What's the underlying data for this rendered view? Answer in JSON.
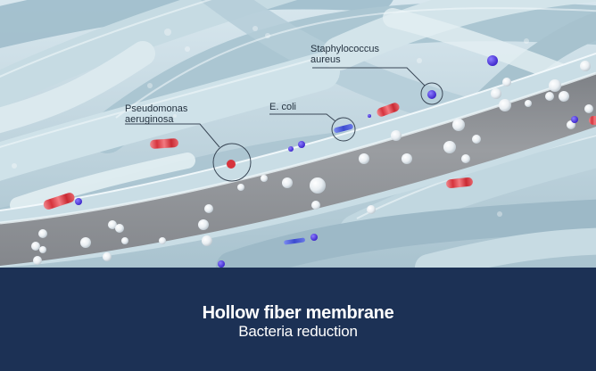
{
  "labels": {
    "pseudomonas": "Pseudomonas\naeruginosa",
    "ecoli": "E. coli",
    "staph": "Staphylococcus\naureus"
  },
  "caption": {
    "title": "Hollow fiber membrane",
    "subtitle": "Bacteria reduction"
  },
  "colors": {
    "fiber": "#b9d3dd",
    "channel": "#8e9196",
    "bacteria_red": "#d6343d",
    "bacteria_blue": "#3c4bd0",
    "caption_band": "#1c3155"
  }
}
